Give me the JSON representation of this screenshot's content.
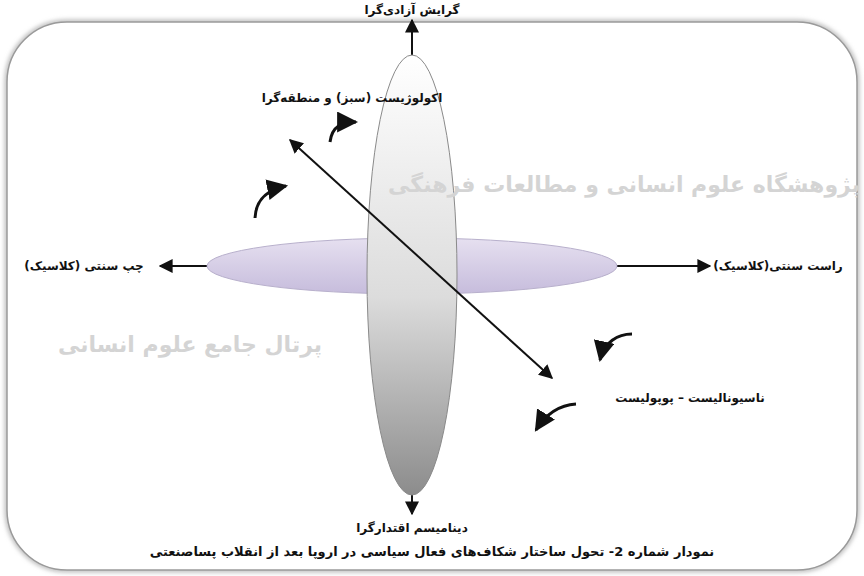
{
  "diagram": {
    "caption": "نمودار شماره 2- تحول ساختار شکاف‌های فعال سیاسی در اروپا بعد از انقلاب پساصنعتی",
    "labels": [
      "گرایش آزادی‌گرا",
      "اکولوژیست (سبز) و منطقه‌گرا",
      "چپ سنتی (کلاسیک)",
      "راست سنتی(کلاسیک)",
      "ناسیونالیست – پوپولیست",
      "دینامیسم اقتدارگرا",
      "پژوهشگاه علوم انسانی و مطالعات فرهنگی",
      "پرتال جامع علوم انسانی"
    ]
  }
}
